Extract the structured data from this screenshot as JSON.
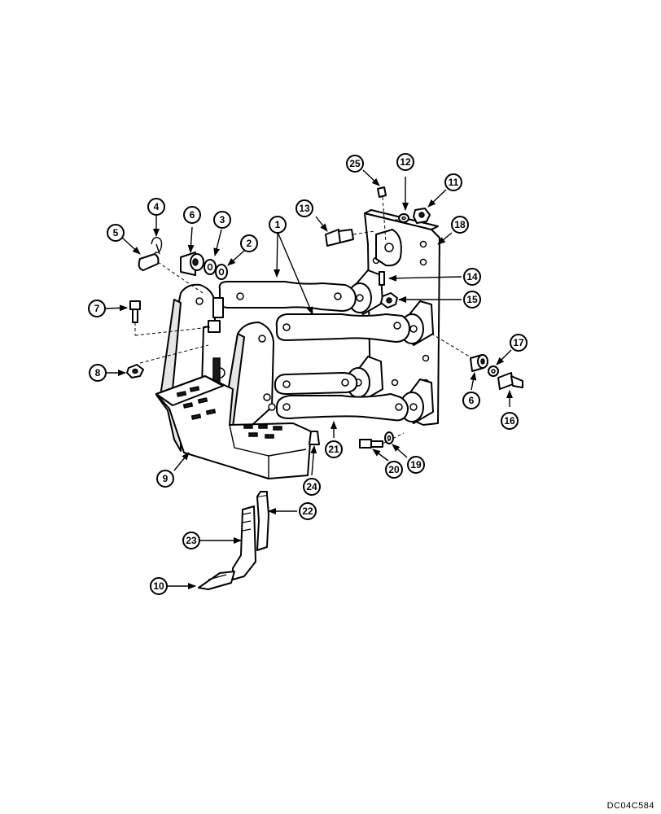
{
  "drawing_code": "DC04C584",
  "callout_labels": [
    "1",
    "2",
    "3",
    "4",
    "5",
    "6",
    "7",
    "8",
    "9",
    "10",
    "11",
    "12",
    "13",
    "14",
    "15",
    "6",
    "16",
    "17",
    "18",
    "19",
    "20",
    "21",
    "22",
    "23",
    "24",
    "25"
  ]
}
